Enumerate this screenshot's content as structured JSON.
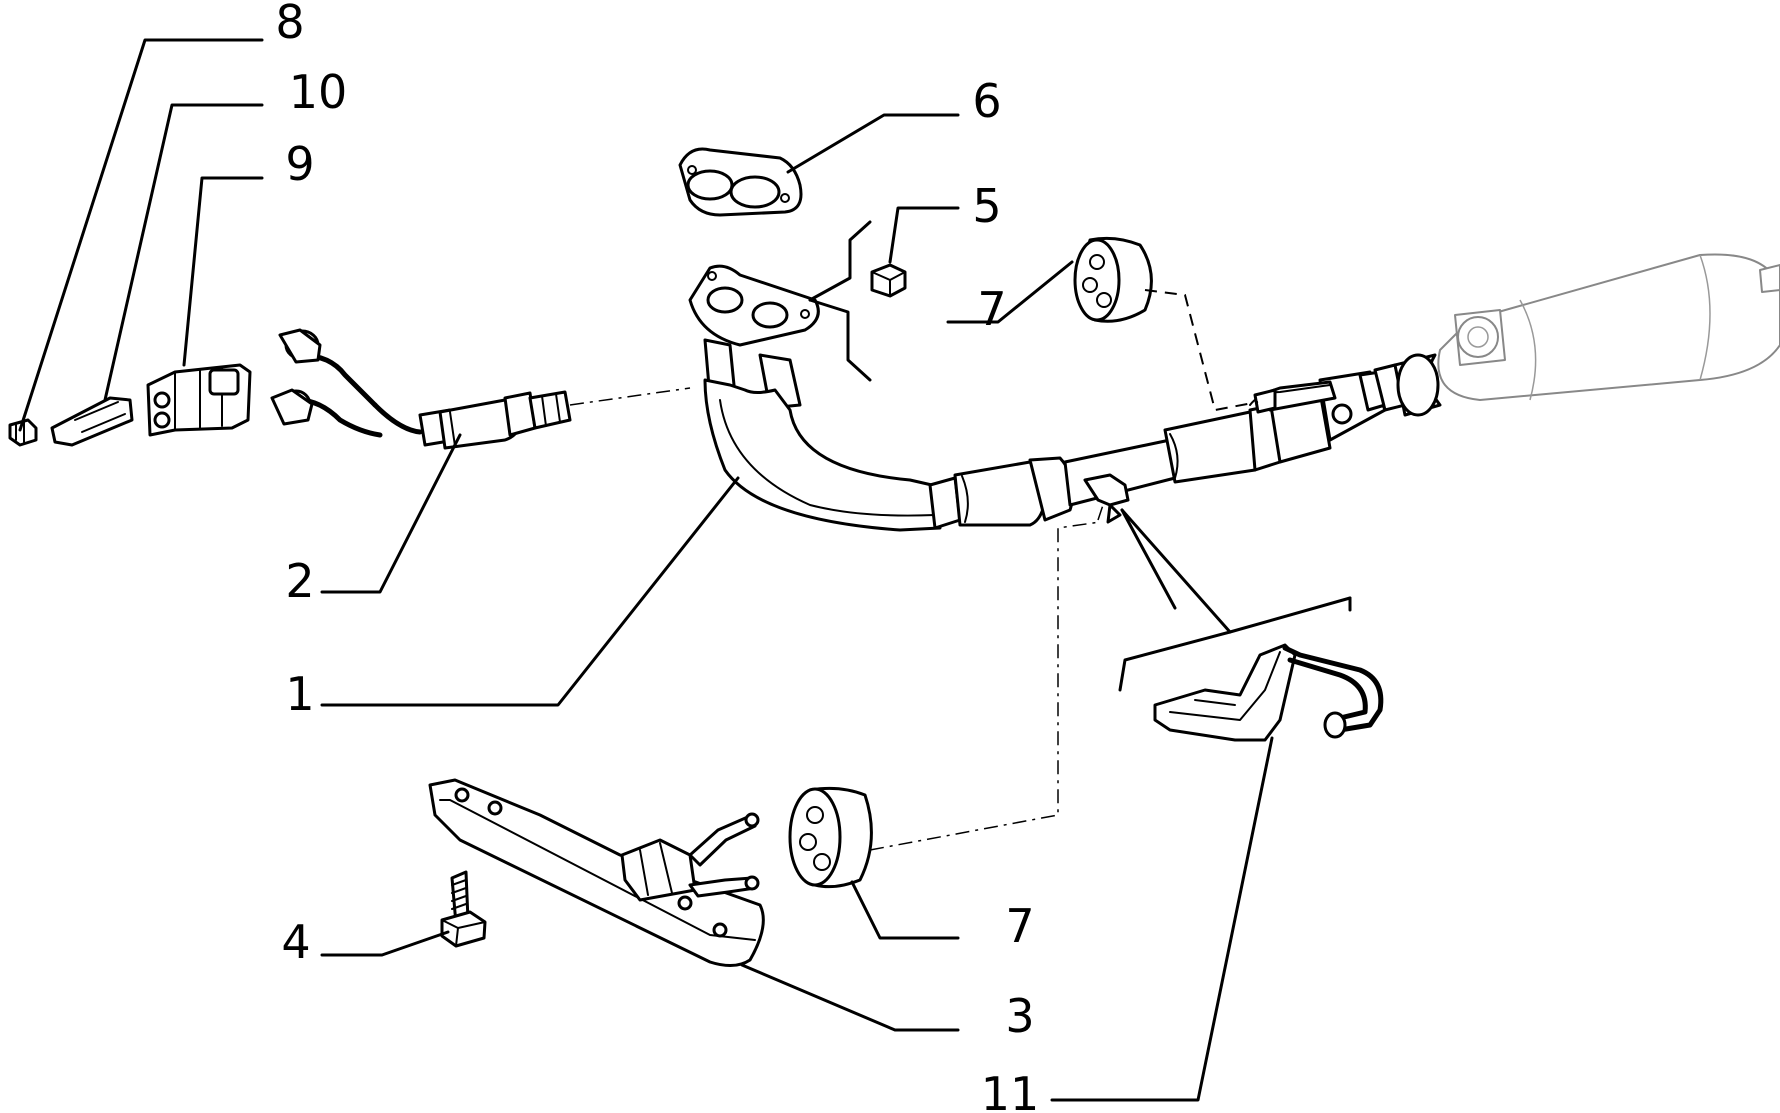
{
  "diagram": {
    "callouts": [
      {
        "id": "c8",
        "label": "8"
      },
      {
        "id": "c10",
        "label": "10"
      },
      {
        "id": "c9",
        "label": "9"
      },
      {
        "id": "c6",
        "label": "6"
      },
      {
        "id": "c5",
        "label": "5"
      },
      {
        "id": "c7a",
        "label": "7"
      },
      {
        "id": "c2",
        "label": "2"
      },
      {
        "id": "c1",
        "label": "1"
      },
      {
        "id": "c4",
        "label": "4"
      },
      {
        "id": "c7b",
        "label": "7"
      },
      {
        "id": "c3",
        "label": "3"
      },
      {
        "id": "c11",
        "label": "11"
      }
    ]
  }
}
